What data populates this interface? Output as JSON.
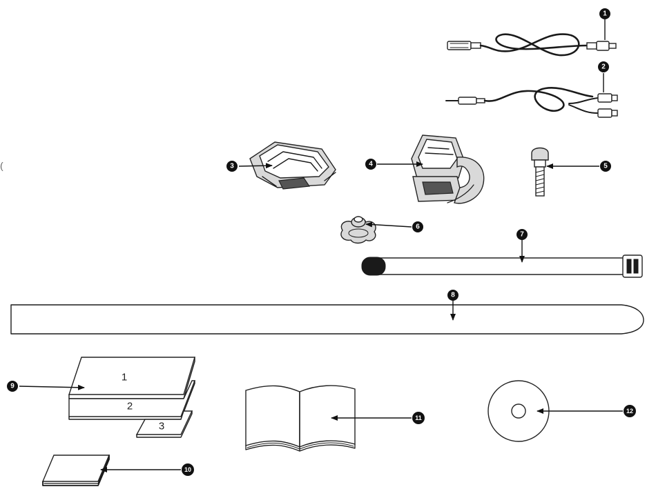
{
  "edge_mark": "(",
  "callouts": [
    {
      "id": "usb-cable",
      "number": "1"
    },
    {
      "id": "av-cable",
      "number": "2"
    },
    {
      "id": "flat-mount",
      "number": "3"
    },
    {
      "id": "handlebar-mount",
      "number": "4"
    },
    {
      "id": "bolt",
      "number": "5"
    },
    {
      "id": "thumb-nut",
      "number": "6"
    },
    {
      "id": "short-strap",
      "number": "7"
    },
    {
      "id": "long-strap",
      "number": "8"
    },
    {
      "id": "adhesive-pads",
      "number": "9"
    },
    {
      "id": "small-pad",
      "number": "10"
    },
    {
      "id": "manual",
      "number": "11"
    },
    {
      "id": "cd-disc",
      "number": "12"
    }
  ],
  "adhesive_sheets": [
    {
      "label": "1"
    },
    {
      "label": "2"
    },
    {
      "label": "3"
    }
  ]
}
